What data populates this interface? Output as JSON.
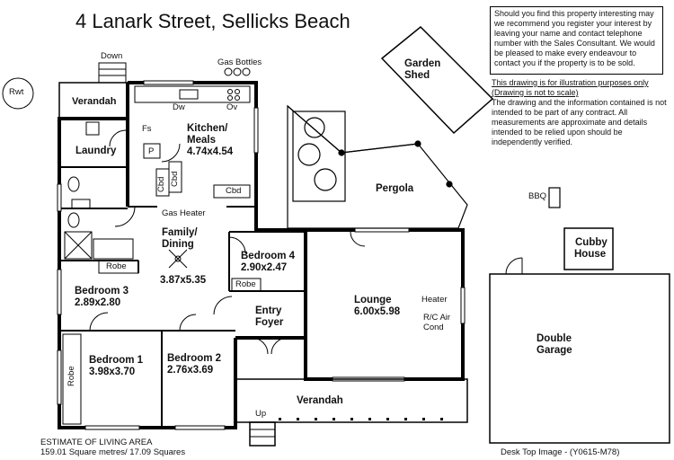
{
  "title": "4 Lanark Street, Sellicks Beach",
  "notice": "Should you find this property interesting may we recommend you register your interest by leaving your name and contact telephone number with the Sales Consultant. We would be pleased to make every endeavour to contact you if the property is to be sold.",
  "disclaimer": {
    "line1": "This drawing is for illustration purposes only",
    "line2": "(Drawing is not to scale)",
    "body": "The drawing and the information contained is not intended to be part of any contract. All measurements are approximate and details intended to be relied upon should be independently verified."
  },
  "labels": {
    "rwt": "Rwt",
    "down": "Down",
    "gas_bottles": "Gas Bottles",
    "verandah_top": "Verandah",
    "dw": "Dw",
    "ov": "Ov",
    "fs": "Fs",
    "p": "P",
    "cbd_a": "Cbd",
    "cbd_b": "Cbd",
    "cbd_c": "Cbd",
    "gas_heater": "Gas Heater",
    "laundry": "Laundry",
    "kitchen_name": "Kitchen/",
    "kitchen_name2": "Meals",
    "kitchen_size": "4.74x4.54",
    "family_name": "Family/",
    "family_name2": "Dining",
    "family_size": "3.87x5.35",
    "robe1": "Robe",
    "robe2": "Robe",
    "robe3": "Robe",
    "bed3_name": "Bedroom 3",
    "bed3_size": "2.89x2.80",
    "bed4_name": "Bedroom 4",
    "bed4_size": "2.90x2.47",
    "bed1_name": "Bedroom 1",
    "bed1_size": "3.98x3.70",
    "bed2_name": "Bedroom 2",
    "bed2_size": "2.76x3.69",
    "entry_name": "Entry",
    "entry_name2": "Foyer",
    "lounge_name": "Lounge",
    "lounge_size": "6.00x5.98",
    "heater": "Heater",
    "rc_air": "R/C Air",
    "cond": "Cond",
    "pergola": "Pergola",
    "garden_shed": "Garden",
    "garden_shed2": "Shed",
    "bbq": "BBQ",
    "cubby": "Cubby",
    "cubby2": "House",
    "double_garage": "Double",
    "double_garage2": "Garage",
    "verandah_bottom": "Verandah",
    "up": "Up"
  },
  "footer": {
    "estimate_title": "ESTIMATE OF LIVING AREA",
    "estimate_value": "159.01 Square metres/ 17.09  Squares",
    "image_ref": "Desk Top Image - (Y0615-M78)"
  }
}
